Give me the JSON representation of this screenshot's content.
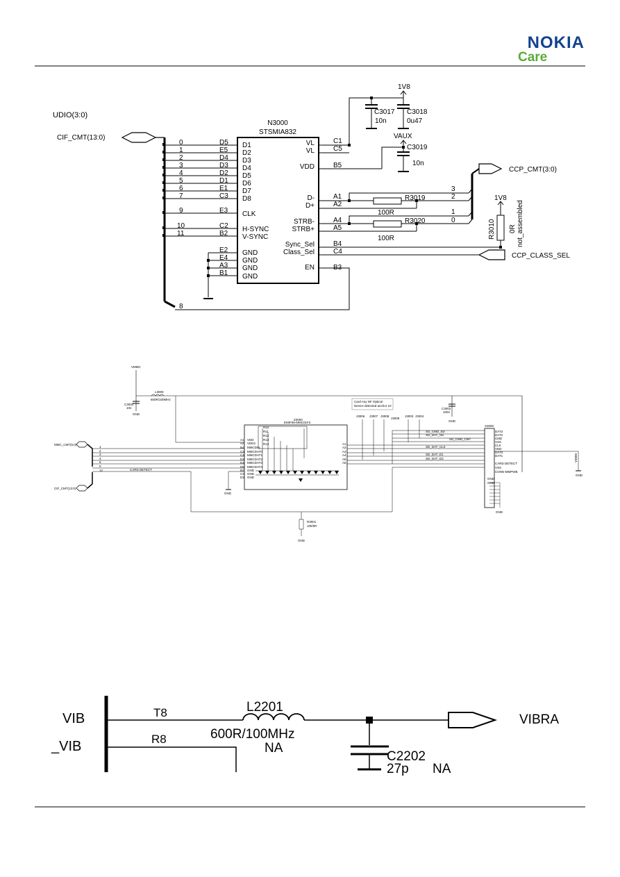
{
  "header": {
    "brand": "NOKIA",
    "sub": "Care",
    "brand_color": "#124191",
    "sub_color": "#5aab3c"
  },
  "schem1": {
    "bus_label": "UDIO(3:0)",
    "cif_port": "CIF_CMT(13:0)",
    "ic_ref": "N3000",
    "ic_part": "STSMIA832",
    "left_pins": [
      {
        "bus": "0",
        "ball": "D5",
        "name": "D1"
      },
      {
        "bus": "1",
        "ball": "E5",
        "name": "D2"
      },
      {
        "bus": "2",
        "ball": "D4",
        "name": "D3"
      },
      {
        "bus": "3",
        "ball": "D3",
        "name": "D4"
      },
      {
        "bus": "4",
        "ball": "D2",
        "name": "D5"
      },
      {
        "bus": "5",
        "ball": "D1",
        "name": "D6"
      },
      {
        "bus": "6",
        "ball": "E1",
        "name": "D7"
      },
      {
        "bus": "7",
        "ball": "C3",
        "name": "D8"
      },
      {
        "bus": "9",
        "ball": "E3",
        "name": "CLK"
      },
      {
        "bus": "10",
        "ball": "C2",
        "name": "H-SYNC"
      },
      {
        "bus": "11",
        "ball": "B2",
        "name": "V-SYNC"
      }
    ],
    "gnd_pins": [
      {
        "ball": "E2",
        "name": "GND"
      },
      {
        "ball": "E4",
        "name": "GND"
      },
      {
        "ball": "A3",
        "name": "GND"
      },
      {
        "ball": "B1",
        "name": "GND"
      }
    ],
    "bus_en": "8",
    "right_pins": [
      {
        "ball": "C1",
        "name": "VL"
      },
      {
        "ball": "C5",
        "name": "VL"
      },
      {
        "ball": "B5",
        "name": "VDD"
      },
      {
        "ball": "A1",
        "name": "D-"
      },
      {
        "ball": "A2",
        "name": "D+"
      },
      {
        "ball": "A4",
        "name": "STRB-"
      },
      {
        "ball": "A5",
        "name": "STRB+"
      },
      {
        "ball": "B4",
        "name": "Sync_Sel"
      },
      {
        "ball": "C4",
        "name": "Class_Sel"
      },
      {
        "ball": "B3",
        "name": "EN"
      }
    ],
    "rail_1v8": "1V8",
    "c3017": {
      "ref": "C3017",
      "val": "10n"
    },
    "c3018": {
      "ref": "C3018",
      "val": "0u47"
    },
    "rail_vaux": "VAUX",
    "c3019": {
      "ref": "C3019",
      "val": "10n"
    },
    "r3019": {
      "ref": "R3019",
      "val": "100R"
    },
    "r3020": {
      "ref": "R3020",
      "val": "100R"
    },
    "ccp_bits": [
      "3",
      "2",
      "1",
      "0"
    ],
    "ccp_port": "CCP_CMT(3:0)",
    "r3010": {
      "ref": "R3010",
      "val": "0R",
      "note": "not_assembled",
      "rail": "1V8"
    },
    "class_port": "CCP_CLASS_SEL"
  },
  "schem2": {
    "vmmc": "VMMC",
    "l_ref": "L3000",
    "l_val": "600R/100MHz",
    "c1_ref": "C3000",
    "c1_val": "10n",
    "gnd": "GND",
    "c2_ref": "C3002",
    "c2_val": "100n",
    "note1": "Card Any NF Optical",
    "note2": "Device detected anchor 10",
    "tp_refs": [
      "J3006",
      "J3007",
      "J3008",
      "J3009",
      "J3003",
      "J3004"
    ],
    "ic_ref": "Z3000",
    "ic_part": "EMIF06-MMC01F2",
    "r_labels": [
      "R10",
      "R11",
      "R12",
      "R13",
      "R14"
    ],
    "left_pins": [
      "VDD",
      "VDD2",
      "MMCDIN",
      "MMCDAT0",
      "MMCDAT1",
      "MMCDAT2",
      "MMCDAT3",
      "MMCDAT4",
      "GND",
      "GND",
      "GND"
    ],
    "balls": [
      "A1",
      "A2",
      "B4",
      "C3",
      "C4",
      "D3",
      "D4",
      "D5",
      "B2",
      "C2",
      "D2"
    ],
    "right_pins": [
      "A1",
      "A2",
      "A3",
      "A4",
      "A5",
      "A6"
    ],
    "mmc_port": "MMC_CMT(5:0)",
    "cif_port": "CIF_CMT(13:0)",
    "card_detect": "CARD DETECT",
    "bus_nums": [
      "1",
      "2",
      "3",
      "4",
      "5",
      "0",
      "12"
    ],
    "nets": [
      "SD_CMD_SD",
      "SD_DAT_SD",
      "SD_CMD_CMT",
      "SD_DAT_CLK",
      "SD_DAT_D1",
      "SD_DAT_D3"
    ],
    "conn_ref": "X3000",
    "conn_pins": [
      "DAT3",
      "DAT2",
      "CMD",
      "VSS",
      "CLK",
      "VDD",
      "DAT0",
      "DAT1",
      "CARD DETECT",
      "VSS",
      "GND",
      "GND"
    ],
    "conn_part": "CONN-MMPWB",
    "r_bottom_ref": "R3001",
    "r_bottom_val": "10k/5R",
    "esd_ref": "V3000"
  },
  "schem3": {
    "left_top": "VIB",
    "left_bottom": "_VIB",
    "ball_top": "T8",
    "ball_bottom": "R8",
    "l_ref": "L2201",
    "l_val": "600R/100MHz",
    "l_na": "NA",
    "c_ref": "C2202",
    "c_val": "27p",
    "c_na": "NA",
    "port": "VIBRA"
  }
}
